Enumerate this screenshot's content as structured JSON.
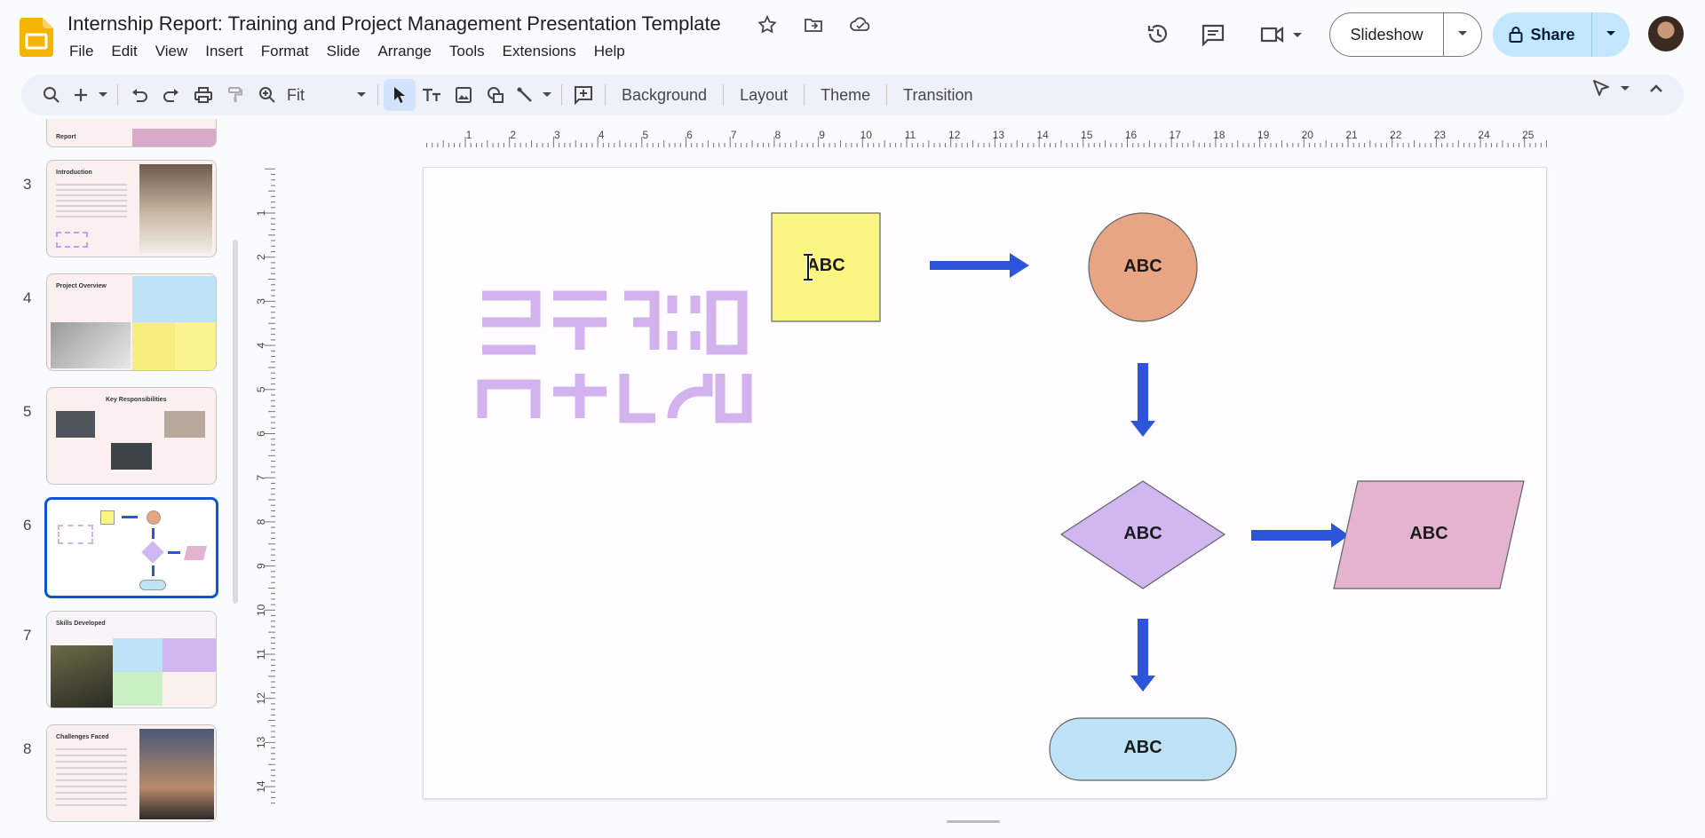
{
  "document": {
    "title": "Internship Report: Training and Project Management Presentation Template"
  },
  "menu": [
    "File",
    "Edit",
    "View",
    "Insert",
    "Format",
    "Slide",
    "Arrange",
    "Tools",
    "Extensions",
    "Help"
  ],
  "header": {
    "slideshow_label": "Slideshow",
    "share_label": "Share"
  },
  "toolbar": {
    "zoom_value": "Fit",
    "background_label": "Background",
    "layout_label": "Layout",
    "theme_label": "Theme",
    "transition_label": "Transition"
  },
  "ruler": {
    "horizontal": [
      "1",
      "2",
      "3",
      "4",
      "5",
      "6",
      "7",
      "8",
      "9",
      "10",
      "11",
      "12",
      "13",
      "14",
      "15",
      "16",
      "17",
      "18",
      "19",
      "20",
      "21",
      "22",
      "23",
      "24",
      "25"
    ],
    "vertical": [
      "1",
      "2",
      "3",
      "4",
      "5",
      "6",
      "7",
      "8",
      "9",
      "10",
      "11",
      "12",
      "13",
      "14"
    ]
  },
  "filmstrip": {
    "slides": [
      {
        "number": "",
        "title": "Report"
      },
      {
        "number": "3",
        "title": "Introduction"
      },
      {
        "number": "4",
        "title": "Project Overview"
      },
      {
        "number": "5",
        "title": "Key Responsibilities"
      },
      {
        "number": "6",
        "title": ""
      },
      {
        "number": "7",
        "title": "Skills Developed"
      },
      {
        "number": "8",
        "title": "Challenges Faced"
      }
    ],
    "selected": "6"
  },
  "slide": {
    "shapes": {
      "square_label": "ABC",
      "circle_label": "ABC",
      "diamond_label": "ABC",
      "parallelogram_label": "ABC",
      "pill_label": "ABC"
    },
    "colors": {
      "square": "#fbf582",
      "circle": "#e7a584",
      "diamond": "#d1b7ef",
      "parallelogram": "#e4b3cf",
      "pill": "#bfe3f6",
      "arrow": "#2d55da",
      "decor": "#d3b3ee"
    }
  },
  "colors": {
    "accent": "#0b57d0",
    "share_bg": "#c2e7ff",
    "toolbar_bg": "#edf2fa"
  }
}
